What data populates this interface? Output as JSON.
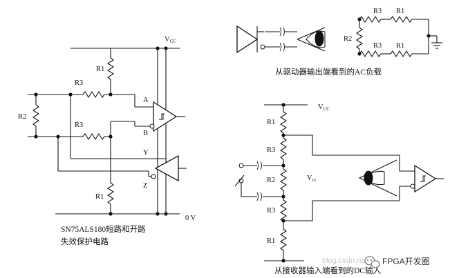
{
  "left_circuit": {
    "vcc": "V",
    "vcc_sub": "CC",
    "r1_top": "R1",
    "r3_top": "R3",
    "r3_bottom": "R3",
    "r2": "R2",
    "r1_bottom": "R1",
    "pin_a": "A",
    "pin_b": "B",
    "pin_y": "Y",
    "pin_z": "Z",
    "ground": "0 V",
    "caption_line1": "SN75ALS180短路和开路",
    "caption_line2": "失效保护电路"
  },
  "ac_load": {
    "r3_top": "R3",
    "r1_top": "R1",
    "r2": "R2",
    "r3_bottom": "R3",
    "r1_bottom": "R1",
    "caption": "从驱动器输出端看到的AC负载"
  },
  "dc_input": {
    "vcc": "V",
    "vcc_sub": "CC",
    "r1_top": "R1",
    "r3_top": "R3",
    "r2": "R2",
    "r3_bottom": "R3",
    "r1_bottom": "R1",
    "vrx": "V",
    "vrx_sub": "rx",
    "caption": "从接收器输入端看到的DC输入"
  },
  "watermark": {
    "brand": "FPGA开发圈",
    "faint": "blog.csdn.net"
  },
  "icons": [
    "eye-icon",
    "buffer-triangle-icon",
    "schmitt-gate-icon",
    "ground-icon",
    "wechat-icon"
  ]
}
